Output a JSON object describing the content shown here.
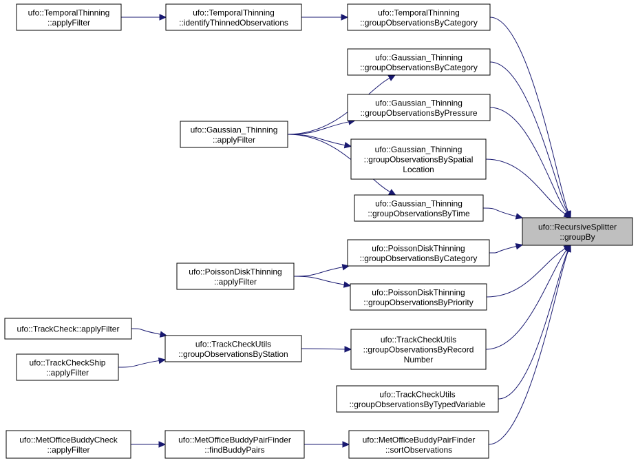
{
  "colors": {
    "edge": "#191970",
    "node_border": "#000000",
    "highlight_fill": "#bfbfbf",
    "background": "#ffffff"
  },
  "nodes": {
    "temporal_apply": {
      "lines": [
        "ufo::TemporalThinning",
        "::applyFilter"
      ]
    },
    "temporal_identify": {
      "lines": [
        "ufo::TemporalThinning",
        "::identifyThinnedObservations"
      ]
    },
    "temporal_group_cat": {
      "lines": [
        "ufo::TemporalThinning",
        "::groupObservationsByCategory"
      ]
    },
    "gauss_group_cat": {
      "lines": [
        "ufo::Gaussian_Thinning",
        "::groupObservationsByCategory"
      ]
    },
    "gauss_group_pressure": {
      "lines": [
        "ufo::Gaussian_Thinning",
        "::groupObservationsByPressure"
      ]
    },
    "gauss_apply": {
      "lines": [
        "ufo::Gaussian_Thinning",
        "::applyFilter"
      ]
    },
    "gauss_group_spatial": {
      "lines": [
        "ufo::Gaussian_Thinning",
        "::groupObservationsBySpatial",
        "Location"
      ]
    },
    "gauss_group_time": {
      "lines": [
        "ufo::Gaussian_Thinning",
        "::groupObservationsByTime"
      ]
    },
    "recursive_groupby": {
      "lines": [
        "ufo::RecursiveSplitter",
        "::groupBy"
      ],
      "highlight": true
    },
    "poisson_group_cat": {
      "lines": [
        "ufo::PoissonDiskThinning",
        "::groupObservationsByCategory"
      ]
    },
    "poisson_apply": {
      "lines": [
        "ufo::PoissonDiskThinning",
        "::applyFilter"
      ]
    },
    "poisson_group_priority": {
      "lines": [
        "ufo::PoissonDiskThinning",
        "::groupObservationsByPriority"
      ]
    },
    "trackcheck_apply": {
      "lines": [
        "ufo::TrackCheck::applyFilter"
      ]
    },
    "trackutils_group_station": {
      "lines": [
        "ufo::TrackCheckUtils",
        "::groupObservationsByStation"
      ]
    },
    "trackutils_group_record": {
      "lines": [
        "ufo::TrackCheckUtils",
        "::groupObservationsByRecord",
        "Number"
      ]
    },
    "trackship_apply": {
      "lines": [
        "ufo::TrackCheckShip",
        "::applyFilter"
      ]
    },
    "trackutils_group_typed": {
      "lines": [
        "ufo::TrackCheckUtils",
        "::groupObservationsByTypedVariable"
      ]
    },
    "buddycheck_apply": {
      "lines": [
        "ufo::MetOfficeBuddyCheck",
        "::applyFilter"
      ]
    },
    "buddy_find_pairs": {
      "lines": [
        "ufo::MetOfficeBuddyPairFinder",
        "::findBuddyPairs"
      ]
    },
    "buddy_sort": {
      "lines": [
        "ufo::MetOfficeBuddyPairFinder",
        "::sortObservations"
      ]
    }
  },
  "edges": [
    [
      "temporal_apply",
      "temporal_identify"
    ],
    [
      "temporal_identify",
      "temporal_group_cat"
    ],
    [
      "temporal_group_cat",
      "recursive_groupby"
    ],
    [
      "gauss_apply",
      "gauss_group_cat"
    ],
    [
      "gauss_apply",
      "gauss_group_pressure"
    ],
    [
      "gauss_apply",
      "gauss_group_spatial"
    ],
    [
      "gauss_apply",
      "gauss_group_time"
    ],
    [
      "gauss_group_cat",
      "recursive_groupby"
    ],
    [
      "gauss_group_pressure",
      "recursive_groupby"
    ],
    [
      "gauss_group_spatial",
      "recursive_groupby"
    ],
    [
      "gauss_group_time",
      "recursive_groupby"
    ],
    [
      "poisson_apply",
      "poisson_group_cat"
    ],
    [
      "poisson_apply",
      "poisson_group_priority"
    ],
    [
      "poisson_group_cat",
      "recursive_groupby"
    ],
    [
      "poisson_group_priority",
      "recursive_groupby"
    ],
    [
      "trackcheck_apply",
      "trackutils_group_station"
    ],
    [
      "trackship_apply",
      "trackutils_group_station"
    ],
    [
      "trackutils_group_station",
      "trackutils_group_record"
    ],
    [
      "trackutils_group_record",
      "recursive_groupby"
    ],
    [
      "trackutils_group_typed",
      "recursive_groupby"
    ],
    [
      "buddycheck_apply",
      "buddy_find_pairs"
    ],
    [
      "buddy_find_pairs",
      "buddy_sort"
    ],
    [
      "buddy_sort",
      "recursive_groupby"
    ]
  ]
}
